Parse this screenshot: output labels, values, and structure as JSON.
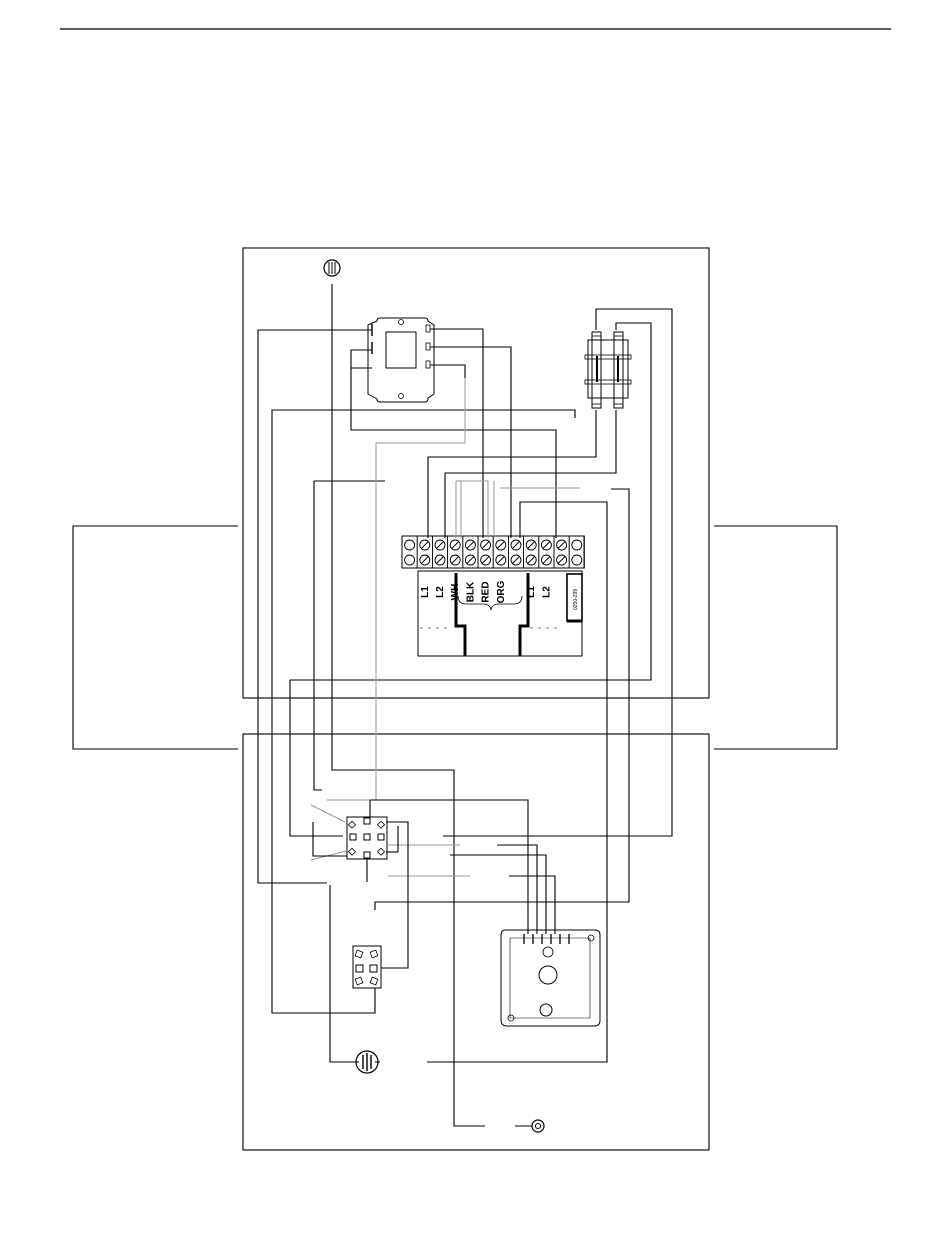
{
  "terminal_labels": [
    "L1",
    "L2",
    "WH",
    "BLK",
    "RED",
    "ORG",
    "L1",
    "L2"
  ],
  "part_number": "0250-299"
}
